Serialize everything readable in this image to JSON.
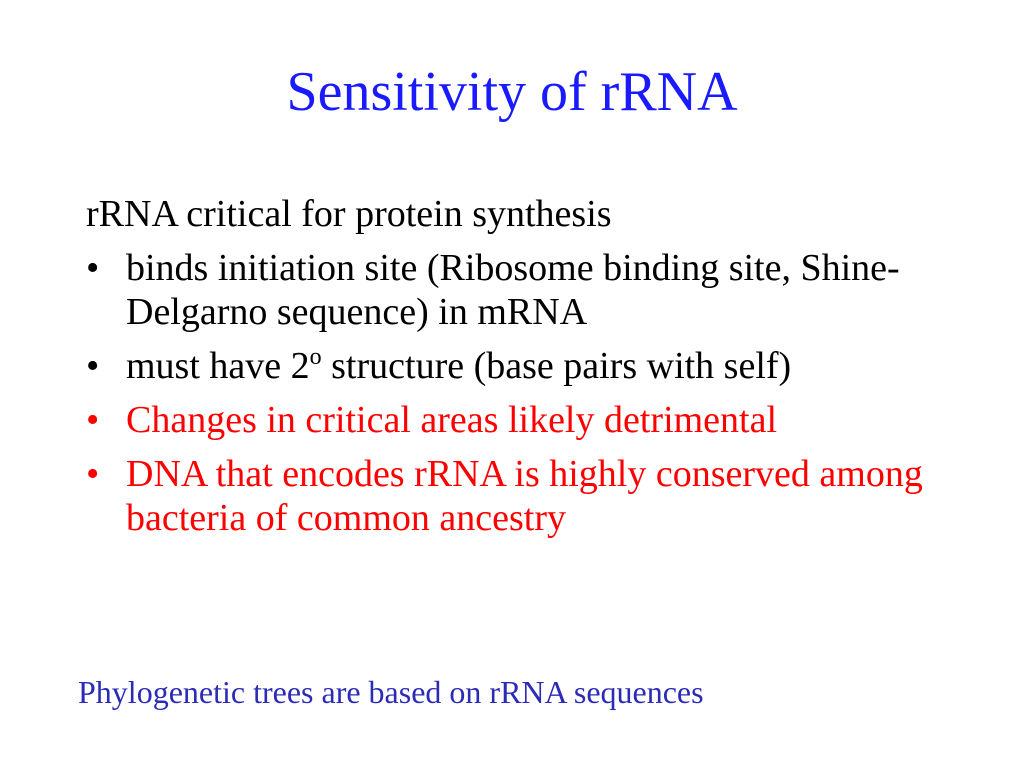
{
  "slide": {
    "title": "Sensitivity of rRNA",
    "lead": "rRNA critical for protein synthesis",
    "bullet_glyph": "•",
    "bullets": [
      {
        "text": "binds initiation site (Ribosome binding site, Shine-Delgarno sequence) in mRNA"
      },
      {
        "pre": "must have 2",
        "sup": "o",
        "post": " structure (base pairs with self)"
      },
      {
        "text": "Changes in critical areas likely detrimental"
      },
      {
        "text": "DNA that encodes rRNA is highly conserved among bacteria of common ancestry"
      }
    ],
    "footer": "Phylogenetic trees are based on rRNA sequences",
    "colors": {
      "title": "#1a1aff",
      "body": "#000000",
      "emphasis": "#ff0000",
      "footer": "#2b2bb8"
    }
  }
}
